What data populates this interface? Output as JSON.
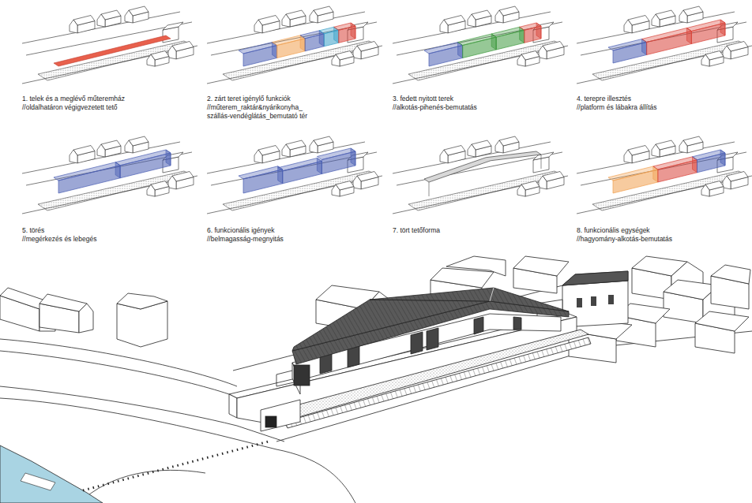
{
  "diagram": {
    "labels": [
      "1. telek és a meglévő műteremház",
      "//oldalhatáron végigvezetett tető",
      "2. zárt teret igénylő funkciók",
      "//műterem_raktár&nyárikonyha_ szállás-vendéglátás_bemutató tér",
      "3. fedett nyitott terek",
      "//alkotás-pihenés-bemutatás",
      "4. terepre illesztés",
      "//platform és lábakra állítás",
      "5. törés",
      "//megérkezés és lebegés",
      "6. funkcionális igények",
      "//belmagasság-megnyitás",
      "7. tört tetőforma",
      "8. funkcionális egységek",
      "//hagyomány-alkotás-bemutatás"
    ]
  }
}
